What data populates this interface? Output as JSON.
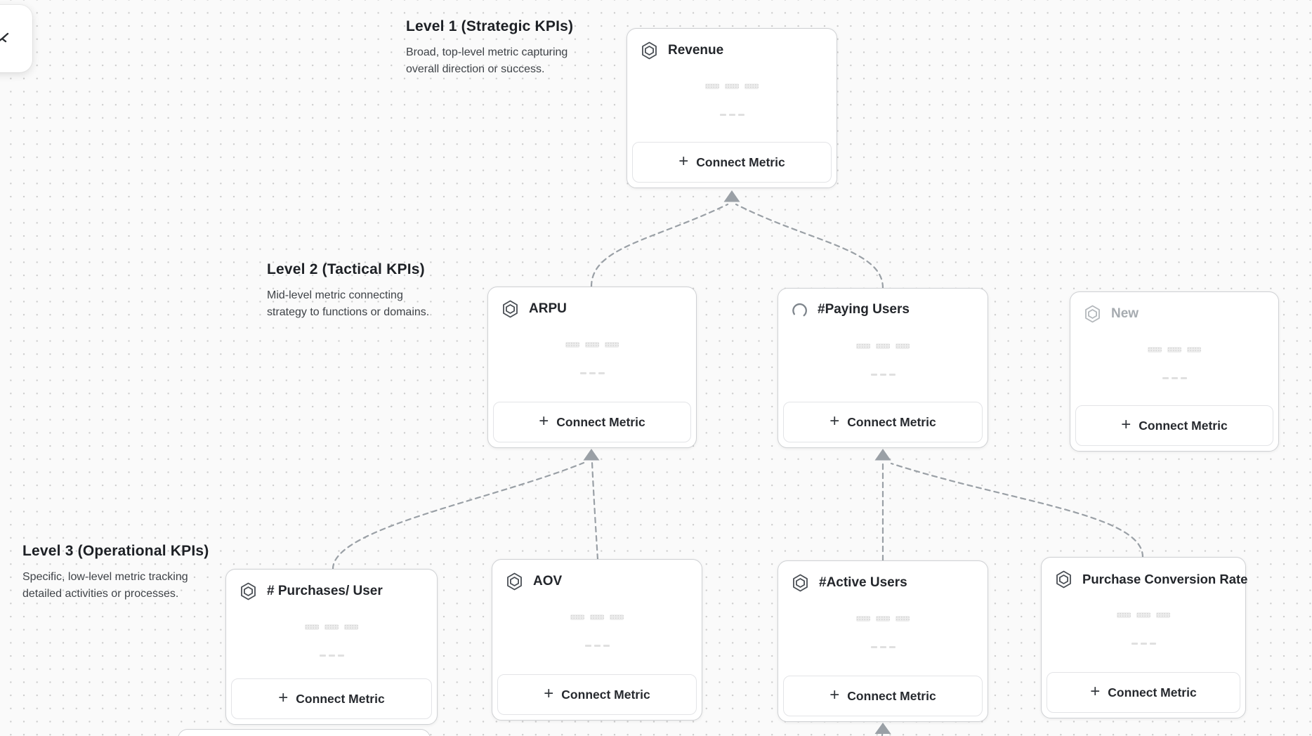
{
  "app": {
    "view": "kpi-tree-canvas"
  },
  "colors": {
    "connector": "#9aa0a6",
    "card_border": "#cfd1d4",
    "card_background": "#ffffff",
    "canvas_background": "#fafafa",
    "grid_dot": "#cbcbcb",
    "icon_stroke": "#4a4f55",
    "icon_stroke_muted": "#b4b8bc",
    "title_text": "#23262b",
    "muted_text": "#a6abb0",
    "skeleton": "#ededed"
  },
  "icons": {
    "plus": "+"
  },
  "buttons": {
    "connect_metric": "Connect Metric"
  },
  "levels": [
    {
      "title": "Level 1 (Strategic KPIs)",
      "description": "Broad, top-level metric capturing overall direction or success."
    },
    {
      "title": "Level 2 (Tactical KPIs)",
      "description": "Mid-level metric connecting strategy to functions or domains."
    },
    {
      "title": "Level 3 (Operational KPIs)",
      "description": "Specific, low-level metric tracking detailed activities or processes."
    }
  ],
  "nodes": [
    {
      "id": "revenue",
      "level": 1,
      "title": "Revenue",
      "icon": "metric-hexagon",
      "state": "default"
    },
    {
      "id": "arpu",
      "level": 2,
      "title": "ARPU",
      "icon": "metric-hexagon",
      "state": "default"
    },
    {
      "id": "paying-users",
      "level": 2,
      "title": "#Paying Users",
      "icon": "spinner",
      "state": "loading"
    },
    {
      "id": "new",
      "level": 2,
      "title": "New",
      "icon": "metric-hexagon",
      "state": "draft"
    },
    {
      "id": "purchases-per-user",
      "level": 3,
      "title": "# Purchases/ User",
      "icon": "metric-hexagon",
      "state": "default"
    },
    {
      "id": "aov",
      "level": 3,
      "title": "AOV",
      "icon": "metric-hexagon",
      "state": "default"
    },
    {
      "id": "active-users",
      "level": 3,
      "title": "#Active Users",
      "icon": "metric-hexagon",
      "state": "default"
    },
    {
      "id": "purchase-conversion-rate",
      "level": 3,
      "title": "Purchase Conversion Rate",
      "icon": "metric-hexagon",
      "state": "default"
    }
  ],
  "edges": [
    {
      "from": "arpu",
      "to": "revenue"
    },
    {
      "from": "paying-users",
      "to": "revenue"
    },
    {
      "from": "purchases-per-user",
      "to": "arpu"
    },
    {
      "from": "aov",
      "to": "arpu"
    },
    {
      "from": "active-users",
      "to": "paying-users"
    },
    {
      "from": "purchase-conversion-rate",
      "to": "paying-users"
    },
    {
      "from": "offscreen-child",
      "to": "active-users"
    }
  ]
}
